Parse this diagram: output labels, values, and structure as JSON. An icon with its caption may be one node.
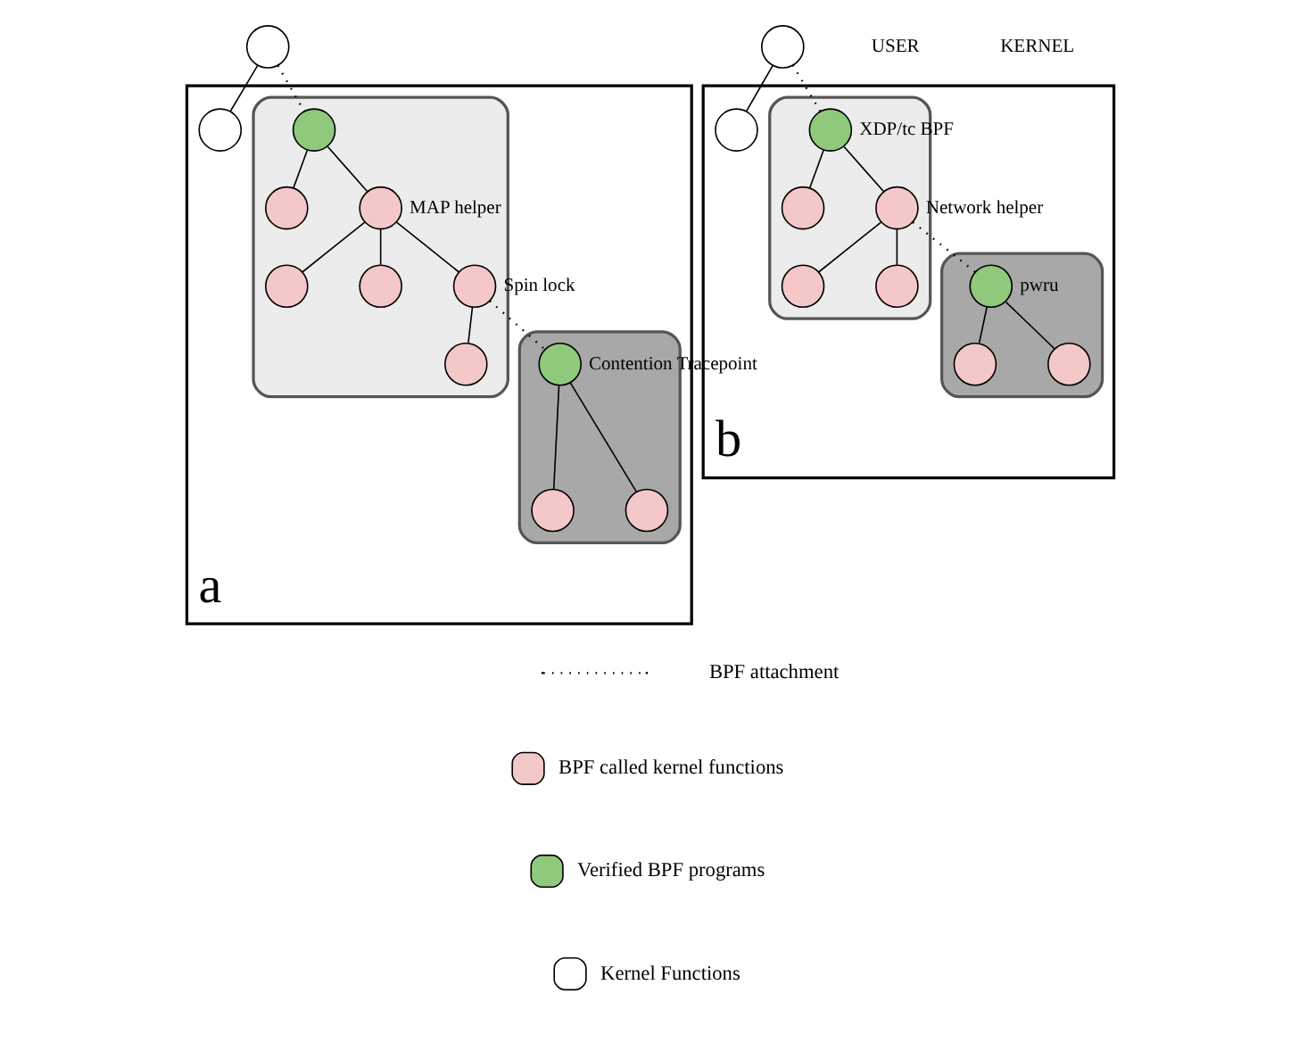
{
  "diagram": {
    "nodes": [
      {
        "text": [
          "a"
        ]
      },
      {
        "text": [],
        "shape": "circle"
      },
      {
        "text": [],
        "shape": "circle",
        "in": 0
      },
      {
        "text": [],
        "shape": "box",
        "in": 0
      },
      {
        "text": [],
        "shape": "circle",
        "in": 3
      },
      {
        "text": [],
        "shape": "circle",
        "in": 3
      },
      {
        "text": [],
        "shape": "circle",
        "in": 3,
        "beside": [
          "MAP helper"
        ]
      },
      {
        "text": [],
        "shape": "circle",
        "in": 3
      },
      {
        "text": [],
        "shape": "circle",
        "in": 3
      },
      {
        "text": [],
        "shape": "circle",
        "in": 3,
        "beside": [
          "Spin lock"
        ]
      },
      {
        "text": [],
        "shape": "circle",
        "in": 3
      },
      {
        "text": [],
        "shape": "box",
        "in": 0
      },
      {
        "text": [],
        "shape": "circle",
        "in": 11,
        "beside": [
          "Contention Tracepoint"
        ]
      },
      {
        "text": [],
        "shape": "circle",
        "in": 11
      },
      {
        "text": [],
        "shape": "circle",
        "in": 11
      },
      {
        "text": [
          "b"
        ]
      },
      {
        "text": [],
        "shape": "circle"
      },
      {
        "text": [],
        "shape": "circle",
        "in": 15
      },
      {
        "text": [],
        "shape": "box",
        "in": 15
      },
      {
        "text": [],
        "shape": "circle",
        "in": 18,
        "beside": [
          "XDP/tc BPF"
        ]
      },
      {
        "text": [],
        "shape": "circle",
        "in": 18
      },
      {
        "text": [],
        "shape": "circle",
        "in": 18,
        "beside": [
          "Network helper"
        ]
      },
      {
        "text": [],
        "shape": "circle",
        "in": 18
      },
      {
        "text": [],
        "shape": "circle",
        "in": 18
      },
      {
        "text": [],
        "shape": "box",
        "in": 15
      },
      {
        "text": [],
        "shape": "circle",
        "in": 24,
        "beside": [
          "pwru"
        ]
      },
      {
        "text": [],
        "shape": "circle",
        "in": 24
      },
      {
        "text": [],
        "shape": "circle",
        "in": 24
      }
    ],
    "edges": [
      {
        "from": 1,
        "to": 2,
        "arrow": "none"
      },
      {
        "from": 1,
        "to": 4,
        "arrow": "none",
        "style": "dashed"
      },
      {
        "from": 4,
        "to": 5,
        "arrow": "none"
      },
      {
        "from": 4,
        "to": 6,
        "arrow": "none"
      },
      {
        "from": 6,
        "to": 7,
        "arrow": "none"
      },
      {
        "from": 6,
        "to": 8,
        "arrow": "none"
      },
      {
        "from": 6,
        "to": 9,
        "arrow": "none"
      },
      {
        "from": 9,
        "to": 10,
        "arrow": "none"
      },
      {
        "from": 9,
        "to": 12,
        "arrow": "none",
        "style": "dashed"
      },
      {
        "from": 12,
        "to": 13,
        "arrow": "none"
      },
      {
        "from": 12,
        "to": 14,
        "arrow": "none"
      },
      {
        "from": 16,
        "to": 17,
        "arrow": "none"
      },
      {
        "from": 16,
        "to": 19,
        "arrow": "none",
        "style": "dashed"
      },
      {
        "from": 19,
        "to": 20,
        "arrow": "none"
      },
      {
        "from": 19,
        "to": 21,
        "arrow": "none"
      },
      {
        "from": 21,
        "to": 22,
        "arrow": "none"
      },
      {
        "from": 21,
        "to": 23,
        "arrow": "none"
      },
      {
        "from": 21,
        "to": 25,
        "arrow": "none",
        "style": "dashed"
      },
      {
        "from": 25,
        "to": 26,
        "arrow": "none"
      },
      {
        "from": 25,
        "to": 27,
        "arrow": "none"
      }
    ],
    "labels": [
      "USER",
      "KERNEL"
    ],
    "legend": [
      {
        "text": "BPF attachment"
      },
      {
        "text": "BPF called kernel functions",
        "color": "#f4c7c8"
      },
      {
        "text": "Verified BPF programs",
        "color": "#8fc97c"
      },
      {
        "text": "Kernel Functions",
        "color": "#ffffff"
      }
    ]
  }
}
